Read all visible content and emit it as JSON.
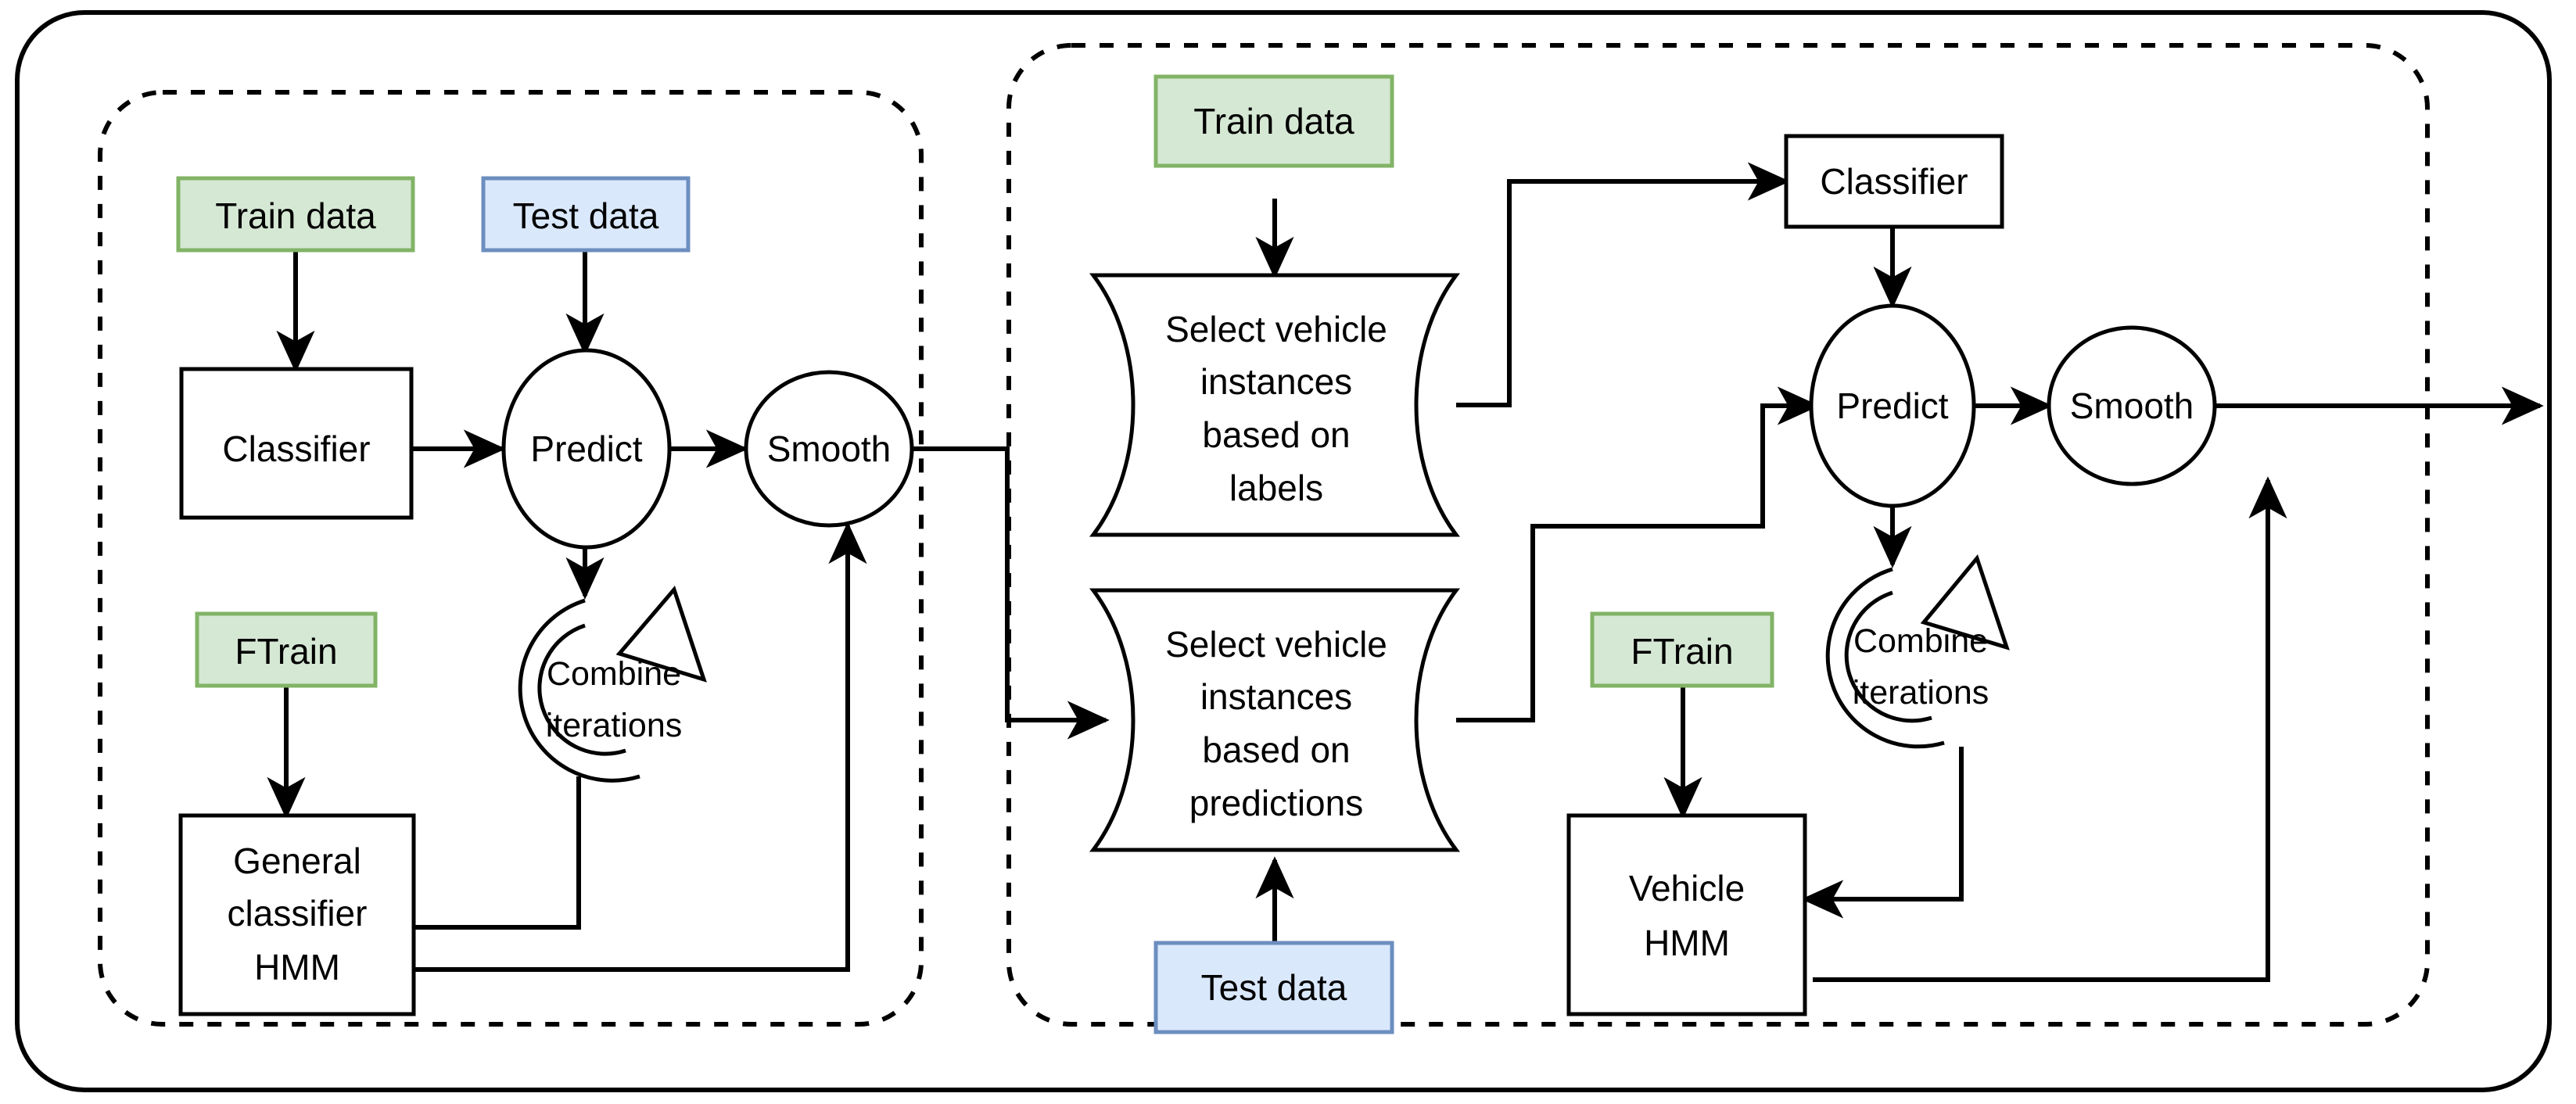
{
  "diagram": {
    "title": "Two-stage vehicle classification pipeline",
    "colors": {
      "green_fill": "#d5e8d4",
      "green_stroke": "#82b366",
      "blue_fill": "#dae8fc",
      "blue_stroke": "#6c8ebf",
      "line": "#000000",
      "node_fill": "#ffffff"
    },
    "containers": [
      {
        "id": "outer",
        "style": "solid-rounded"
      },
      {
        "id": "stage-1",
        "style": "dashed-rounded"
      },
      {
        "id": "stage-2",
        "style": "dashed-rounded"
      }
    ],
    "stage1": {
      "train_data": "Train data",
      "test_data": "Test data",
      "classifier": "Classifier",
      "predict": "Predict",
      "smooth": "Smooth",
      "ftrain": "FTrain",
      "combine_line1": "Combine",
      "combine_line2": "iterations",
      "hmm_line1": "General",
      "hmm_line2": "classifier",
      "hmm_line3": "HMM"
    },
    "stage2": {
      "train_data": "Train data",
      "test_data": "Test data",
      "select_labels_line1": "Select vehicle",
      "select_labels_line2": "instances",
      "select_labels_line3": "based on",
      "select_labels_line4": "labels",
      "select_preds_line1": "Select vehicle",
      "select_preds_line2": "instances",
      "select_preds_line3": "based on",
      "select_preds_line4": "predictions",
      "classifier": "Classifier",
      "predict": "Predict",
      "smooth": "Smooth",
      "ftrain": "FTrain",
      "combine_line1": "Combine",
      "combine_line2": "iterations",
      "hmm_line1": "Vehicle",
      "hmm_line2": "HMM"
    }
  }
}
